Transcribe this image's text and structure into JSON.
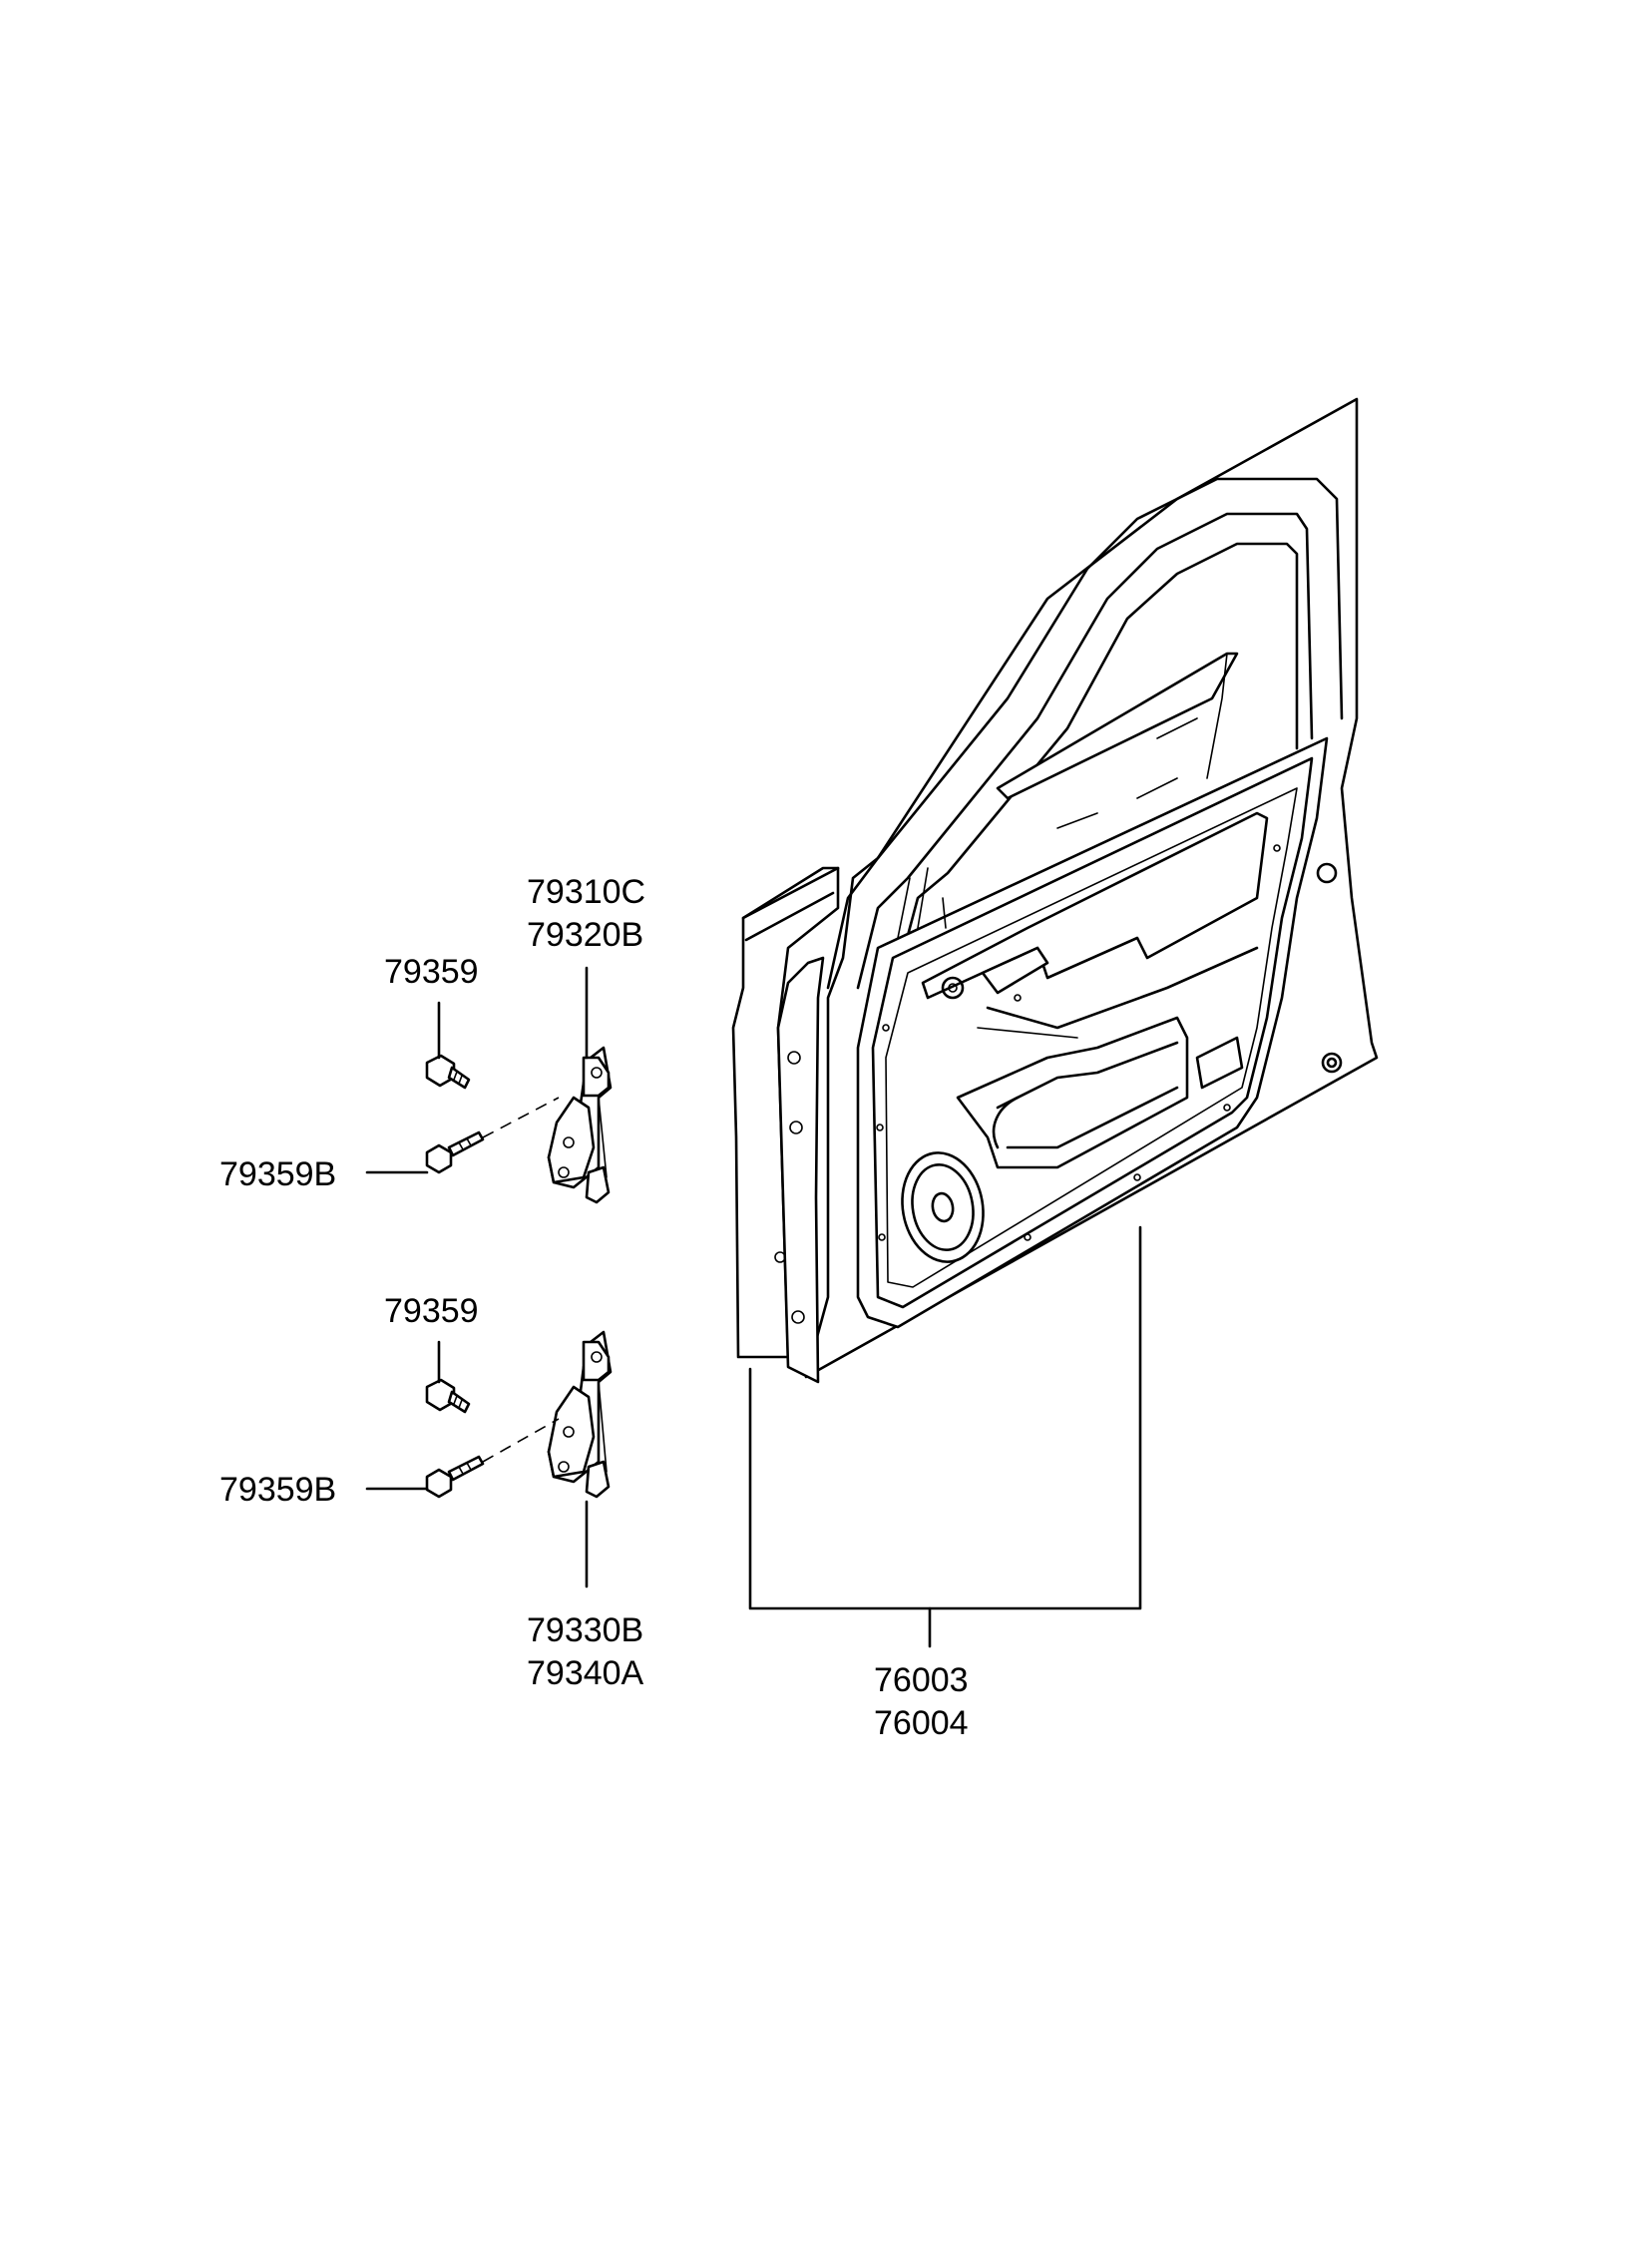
{
  "labels": {
    "upper_hinge_l": "79310C",
    "upper_hinge_r": "79320B",
    "upper_bolt": "79359",
    "upper_bolt_b": "79359B",
    "lower_bolt": "79359",
    "lower_bolt_b": "79359B",
    "lower_hinge_l": "79330B",
    "lower_hinge_r": "79340A",
    "door_l": "76003",
    "door_r": "76004"
  }
}
